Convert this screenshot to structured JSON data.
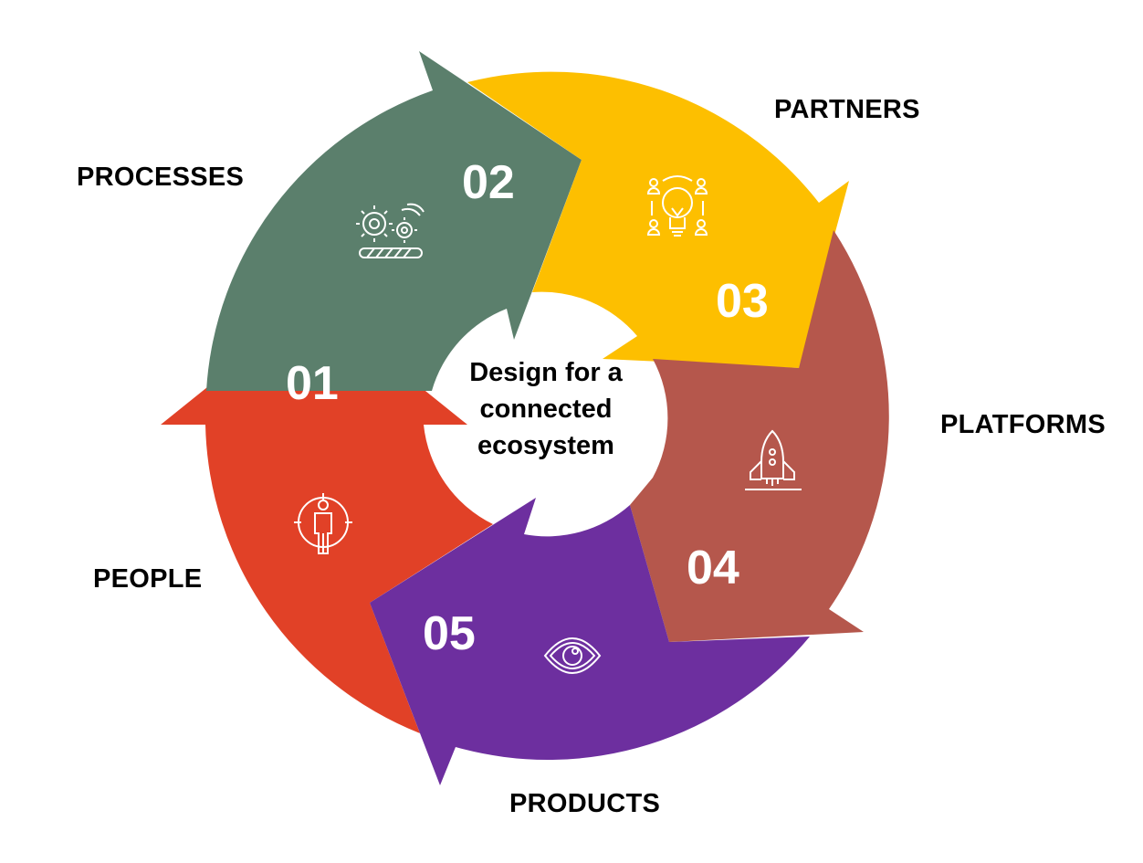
{
  "center": {
    "lines": [
      "Design for a",
      "connected",
      "ecosystem"
    ]
  },
  "segments": [
    {
      "number": "01",
      "label": "PEOPLE",
      "color": "#E14127",
      "icon": "person-target-icon"
    },
    {
      "number": "02",
      "label": "PROCESSES",
      "color": "#5B7F6C",
      "icon": "gears-progress-icon"
    },
    {
      "number": "03",
      "label": "PARTNERS",
      "color": "#FDBF00",
      "icon": "lightbulb-people-icon"
    },
    {
      "number": "04",
      "label": "PLATFORMS",
      "color": "#B5574C",
      "icon": "rocket-icon"
    },
    {
      "number": "05",
      "label": "PRODUCTS",
      "color": "#6D2F9F",
      "icon": "eye-icon"
    }
  ]
}
